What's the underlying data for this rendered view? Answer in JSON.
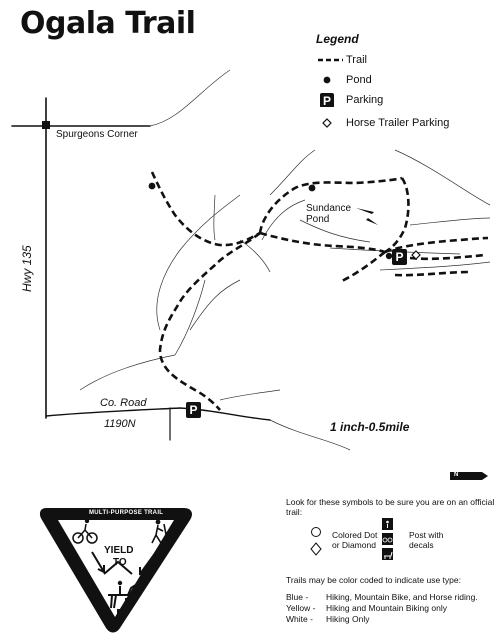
{
  "title": "Ogala Trail",
  "legend": {
    "heading": "Legend",
    "items": [
      {
        "label": "Trail",
        "icon": "dashed-line-icon"
      },
      {
        "label": "Pond",
        "icon": "dot-icon"
      },
      {
        "label": "Parking",
        "icon": "parking-icon"
      },
      {
        "label": "Horse Trailer Parking",
        "icon": "diamond-icon"
      }
    ]
  },
  "map_labels": {
    "corner": "Spurgeons Corner",
    "highway": "Hwy 135",
    "pond": "Sundance Pond",
    "road_line1": "Co. Road",
    "road_line2": "1190N",
    "scale": "1 inch-0.5mile",
    "north": "N",
    "parking_letter": "P"
  },
  "sign": {
    "banner": "MULTI-PURPOSE TRAIL",
    "yield_line1": "YIELD",
    "yield_line2": "TO"
  },
  "info": {
    "intro": "Look for these symbols to be sure you are on an official trail:",
    "colored_label": "Colored Dot or Diamond",
    "post_label": "Post with decals",
    "color_intro": "Trails may be color coded to indicate use type:",
    "codes": [
      {
        "color": "Blue -",
        "use": "Hiking, Mountain Bike, and Horse riding."
      },
      {
        "color": "Yellow -",
        "use": "Hiking and Mountain Biking only"
      },
      {
        "color": "White -",
        "use": "Hiking Only"
      }
    ]
  }
}
